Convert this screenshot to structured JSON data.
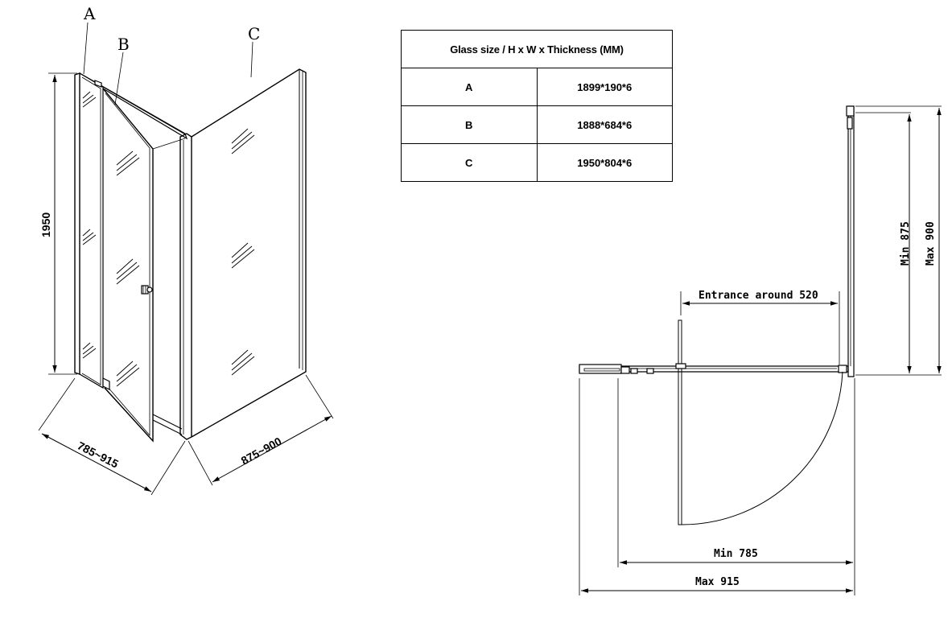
{
  "perspective": {
    "panel_labels": [
      "A",
      "B",
      "C"
    ],
    "height_dim": "1950",
    "width_dim_left": "785~915",
    "width_dim_right": "875~900"
  },
  "spec_table": {
    "header": "Glass size / H x W x Thickness (MM)",
    "rows": [
      {
        "panel": "A",
        "size": "1899*190*6"
      },
      {
        "panel": "B",
        "size": "1888*684*6"
      },
      {
        "panel": "C",
        "size": "1950*804*6"
      }
    ]
  },
  "plan": {
    "entrance": "Entrance around 520",
    "min_depth": "Min 875",
    "max_depth": "Max 900",
    "min_width": "Min 785",
    "max_width": "Max 915"
  }
}
